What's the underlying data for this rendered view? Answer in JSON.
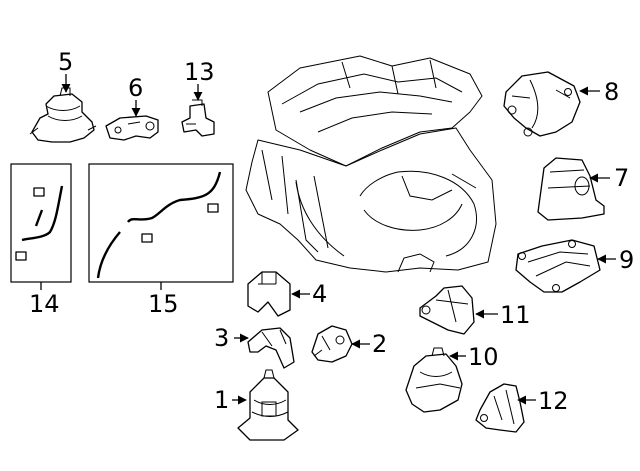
{
  "callouts": {
    "c1": "1",
    "c2": "2",
    "c3": "3",
    "c4": "4",
    "c5": "5",
    "c6": "6",
    "c7": "7",
    "c8": "8",
    "c9": "9",
    "c10": "10",
    "c11": "11",
    "c12": "12",
    "c13": "13",
    "c14": "14",
    "c15": "15"
  }
}
